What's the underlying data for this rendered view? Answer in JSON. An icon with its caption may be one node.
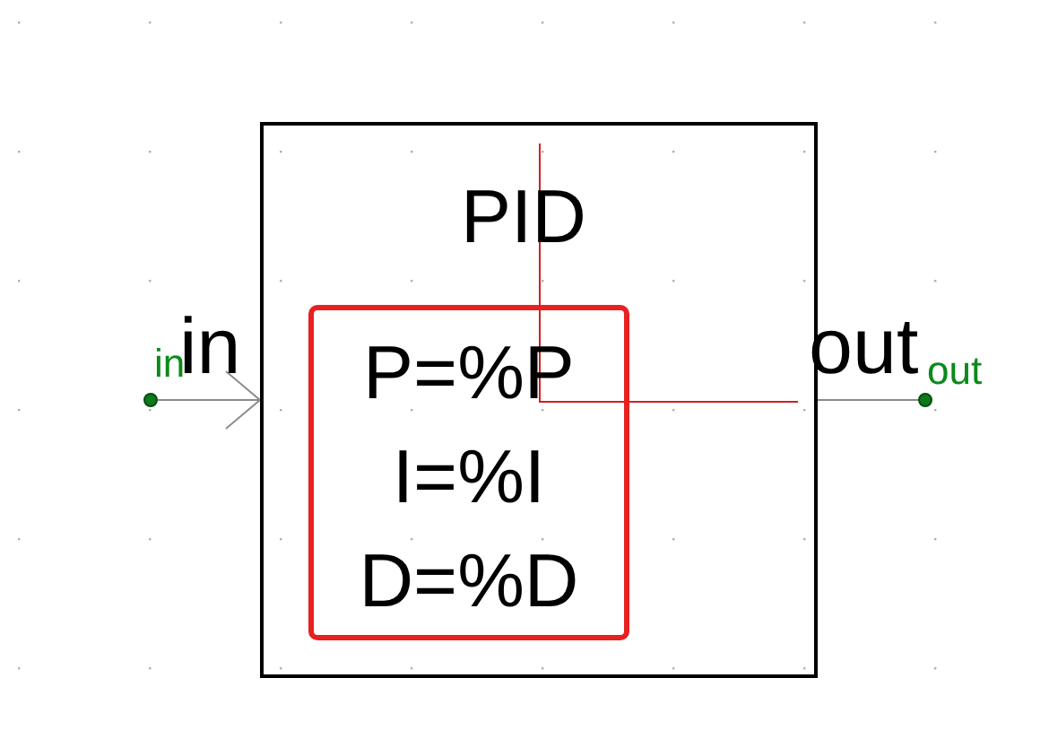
{
  "diagram": {
    "nodes": [
      {
        "text": [
          "PID"
        ]
      },
      {
        "text": [
          "P=%P",
          "I=%I",
          "D=%D"
        ],
        "in": 0
      },
      {
        "text": [],
        "shape": "circle",
        "beside": [
          "in"
        ]
      },
      {
        "text": [],
        "shape": "circle",
        "beside": [
          "out"
        ]
      }
    ],
    "edges": [
      {
        "from": 2,
        "to": 0,
        "arrow": "to"
      },
      {
        "from": 0,
        "to": 3,
        "arrow": "none"
      }
    ],
    "labels": [
      "in",
      "out"
    ]
  }
}
